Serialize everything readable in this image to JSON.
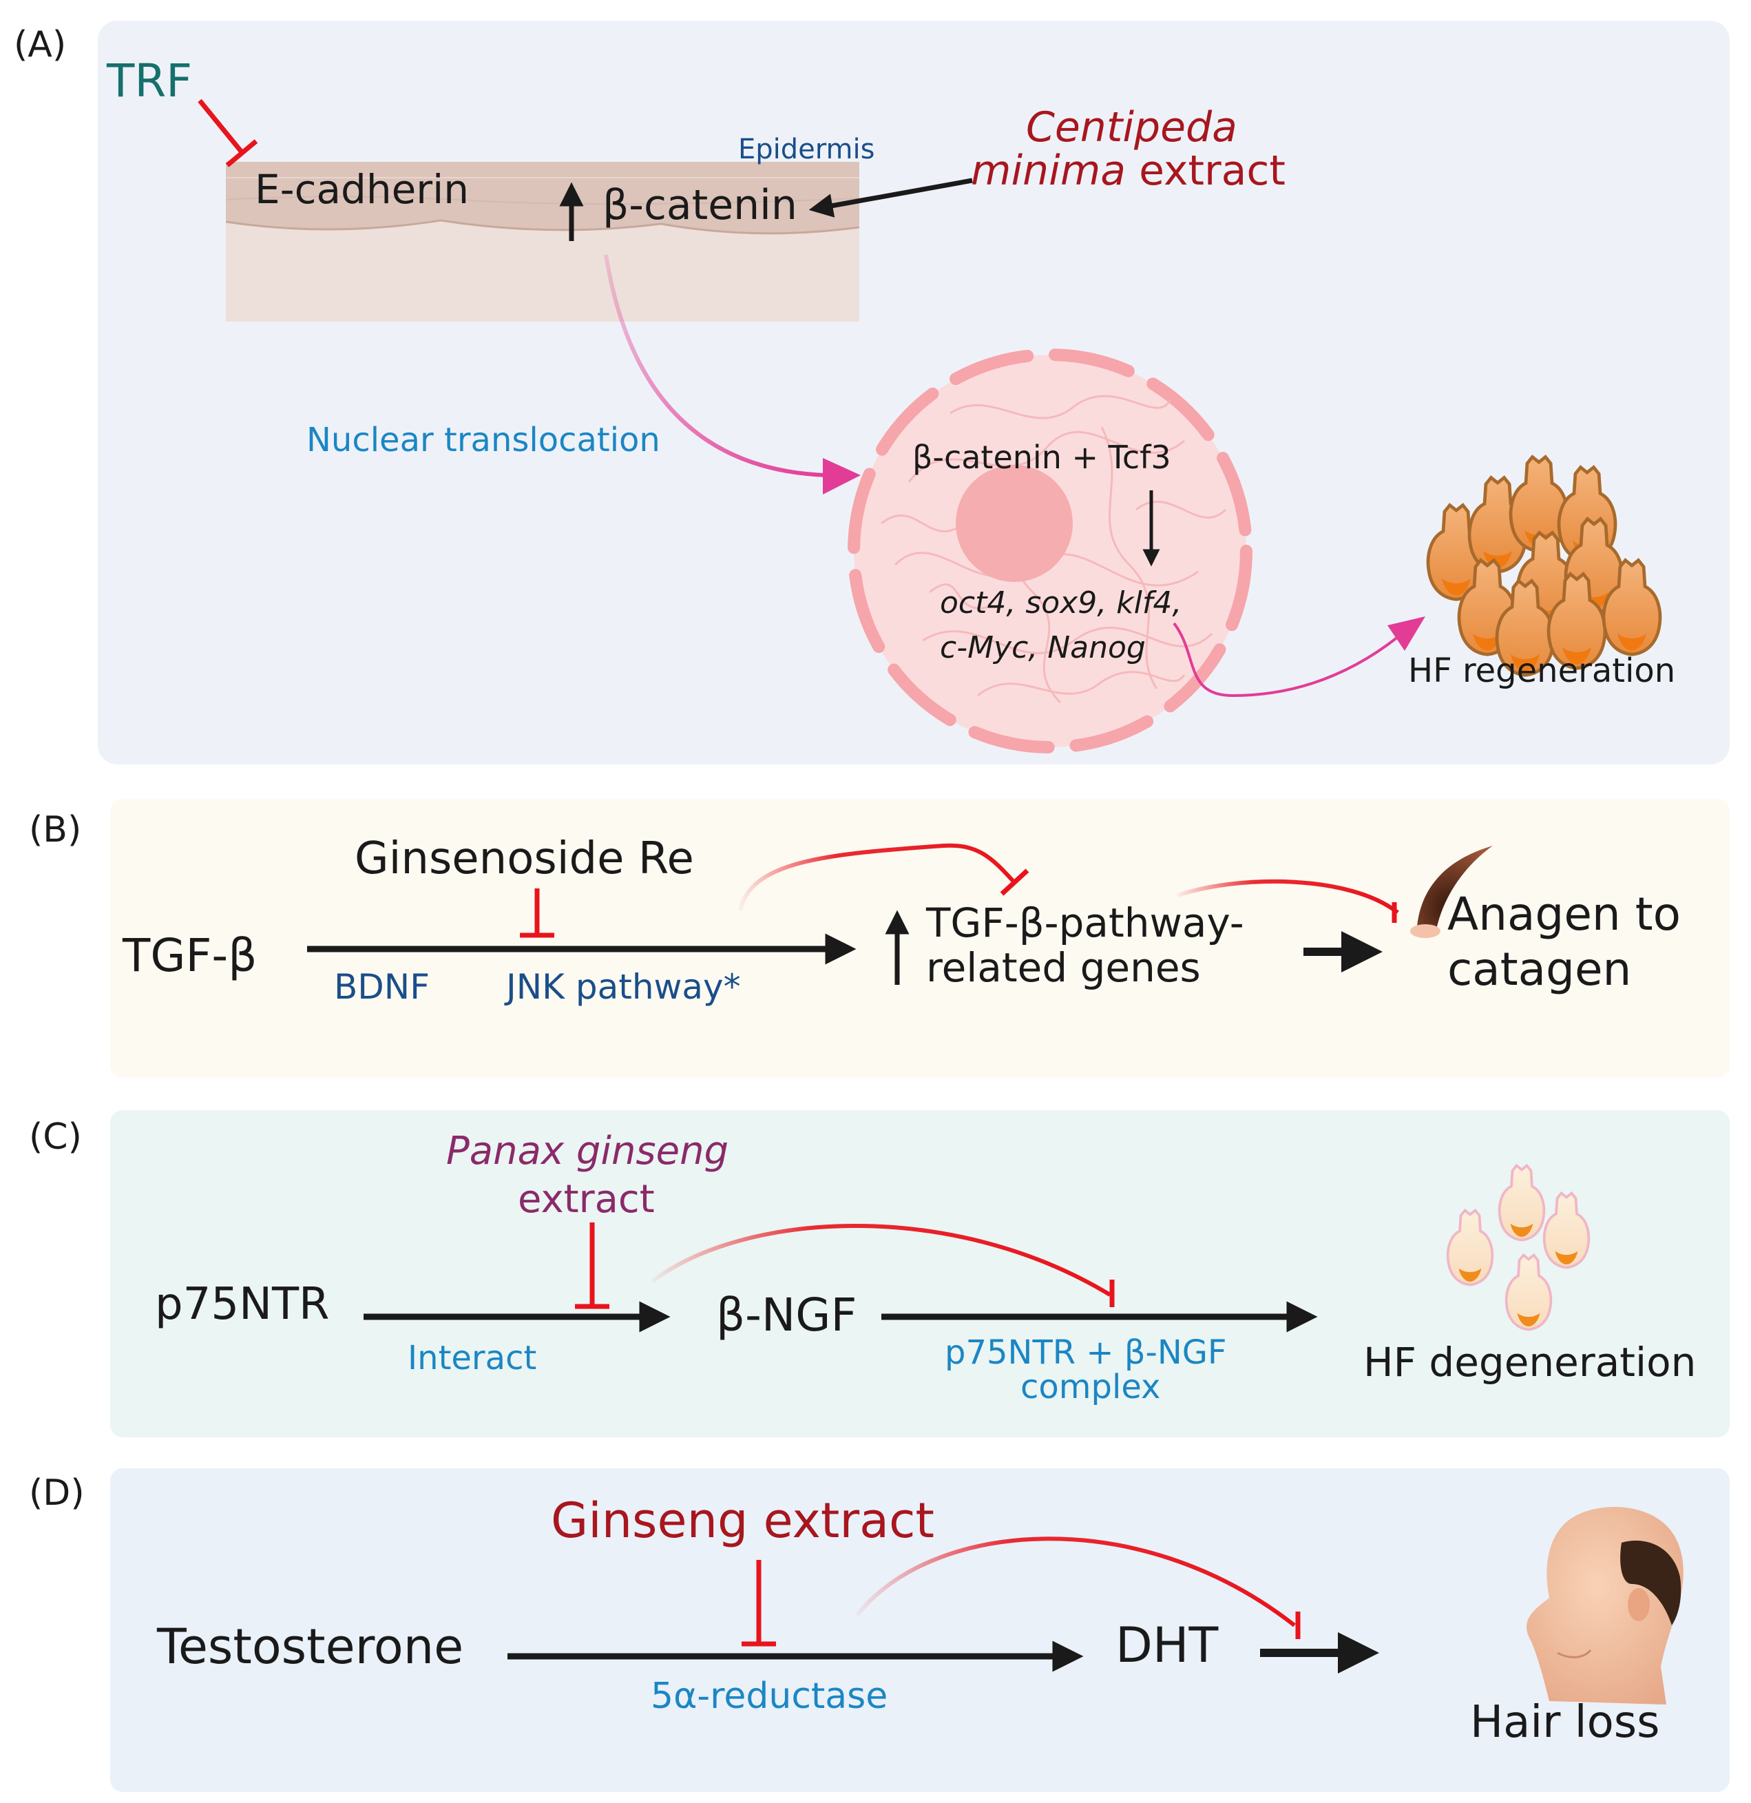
{
  "colors": {
    "panel_a_bg": "#eef2f8",
    "panel_b_bg": "#fdfaf2",
    "panel_c_bg": "#ebf5f3",
    "panel_d_bg": "#eaf1f9",
    "inhibit_red": "#e8141c",
    "label_blue": "#1b86c4",
    "dark_blue": "#1a4e8a",
    "teal": "#16706c",
    "dark_red": "#a8161e",
    "purple": "#8a2a6a",
    "magenta": "#e23c97",
    "black": "#1a1a1a"
  },
  "panel_a": {
    "label": "(A)",
    "trf": "TRF",
    "epidermis": "Epidermis",
    "e_cadherin": "E-cadherin",
    "beta_catenin": "β-catenin",
    "centipeda_italic": "Centipeda",
    "minima_italic": "minima",
    "extract": " extract",
    "nuclear_translocation": "Nuclear translocation",
    "complex": "β-catenin + Tcf3",
    "genes_line1": "oct4, sox9, klf4,",
    "genes_line2": "c-Myc, Nanog",
    "hf_regeneration": "HF regeneration"
  },
  "panel_b": {
    "label": "(B)",
    "ginsenoside": "Ginsenoside Re",
    "tgf_beta": "TGF-β",
    "bdnf": "BDNF",
    "jnk": "JNK pathway*",
    "genes_line1": "TGF-β-pathway-",
    "genes_line2": "related genes",
    "outcome_line1": "Anagen to",
    "outcome_line2": "catagen"
  },
  "panel_c": {
    "label": "(C)",
    "panax_italic": "Panax ginseng",
    "extract": "extract",
    "p75ntr": "p75NTR",
    "interact": "Interact",
    "beta_ngf": "β-NGF",
    "complex_line1": "p75NTR + β-NGF",
    "complex_line2": "complex",
    "hf_degeneration": "HF degeneration"
  },
  "panel_d": {
    "label": "(D)",
    "ginseng": "Ginseng extract",
    "testosterone": "Testosterone",
    "reductase": "5α-reductase",
    "dht": "DHT",
    "hair_loss": "Hair loss"
  }
}
